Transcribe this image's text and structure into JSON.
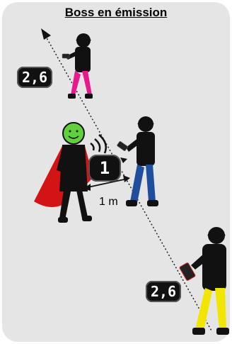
{
  "title": "Boss en émission",
  "badges": {
    "top": "2,6",
    "center": "1",
    "bottom": "2,6"
  },
  "distance_label": "1 m"
}
